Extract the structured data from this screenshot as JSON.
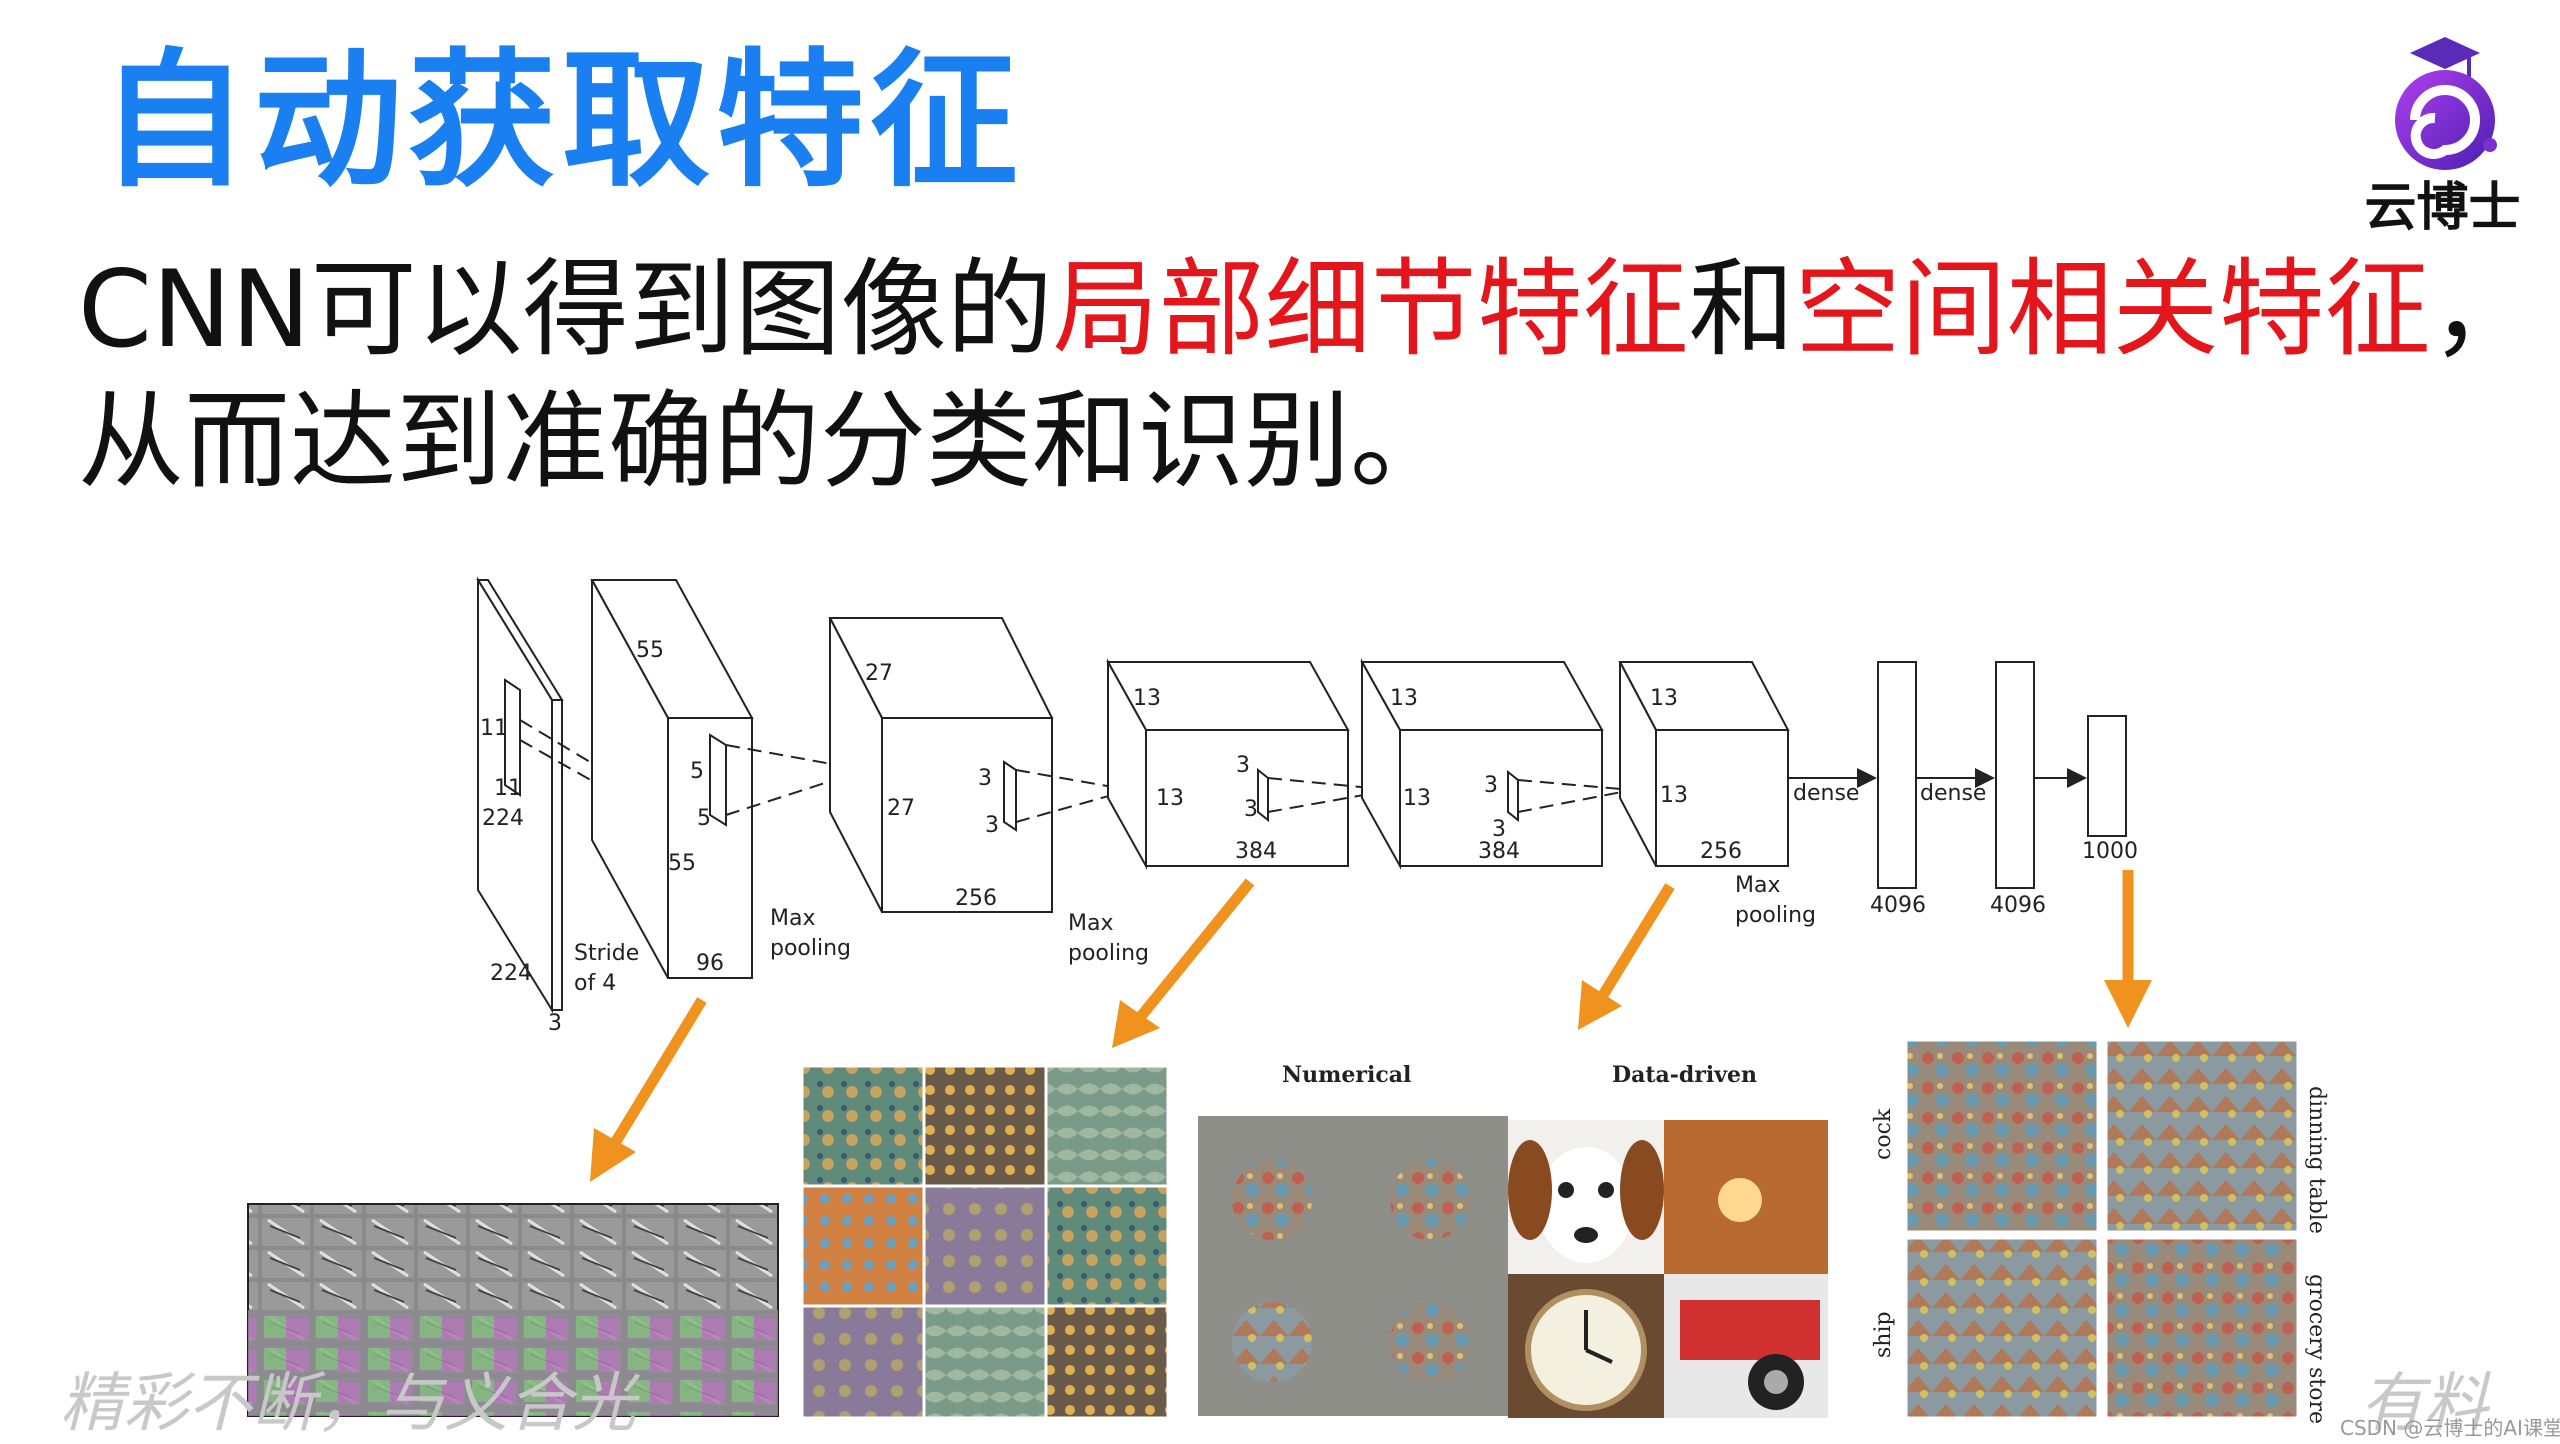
{
  "title": "自动获取特征",
  "logo_text": "云博士",
  "body": {
    "line1_a": "CNN可以得到图像的",
    "line1_b": "局部细节特征",
    "line1_c": "和",
    "line1_d": "空间相关特征",
    "line1_e": "，",
    "line2": "从而达到准确的分类和识别。"
  },
  "network": {
    "input": {
      "h": "224",
      "w": "224",
      "d": "3",
      "kernel": "11",
      "kernel2": "11"
    },
    "conv1": {
      "top": "55",
      "side": "55",
      "depth": "96",
      "kernel_a": "5",
      "kernel_b": "5",
      "note": "Stride of 4"
    },
    "pool1": "Max pooling",
    "conv2": {
      "top": "27",
      "side": "27",
      "depth": "256",
      "kernel_a": "3",
      "kernel_b": "3"
    },
    "pool2": "Max pooling",
    "conv3": {
      "top": "13",
      "side": "13",
      "depth": "384",
      "kernel_a": "3",
      "kernel_b": "3"
    },
    "conv4": {
      "top": "13",
      "side": "13",
      "depth": "384",
      "kernel_a": "3",
      "kernel_b": "3"
    },
    "conv5": {
      "top": "13",
      "side": "13",
      "depth": "256"
    },
    "pool3": "Max pooling",
    "dense1": {
      "label": "dense",
      "size": "4096"
    },
    "dense2": {
      "label": "dense",
      "size": "4096"
    },
    "out": {
      "size": "1000"
    }
  },
  "panels": {
    "numerical": "Numerical",
    "data_driven": "Data-driven",
    "cock": "cock",
    "ship": "ship",
    "dining_table": "dinning table",
    "grocery_store": "grocery store"
  },
  "colors": {
    "title": "#1a7ff0",
    "highlight": "#e4161b",
    "arrow": "#f0921e",
    "logo_purple": "#7a2fd0"
  },
  "footer_left": "精彩不断，与义合光",
  "footer_right": "有料",
  "watermark": "CSDN @云博士的AI课堂"
}
